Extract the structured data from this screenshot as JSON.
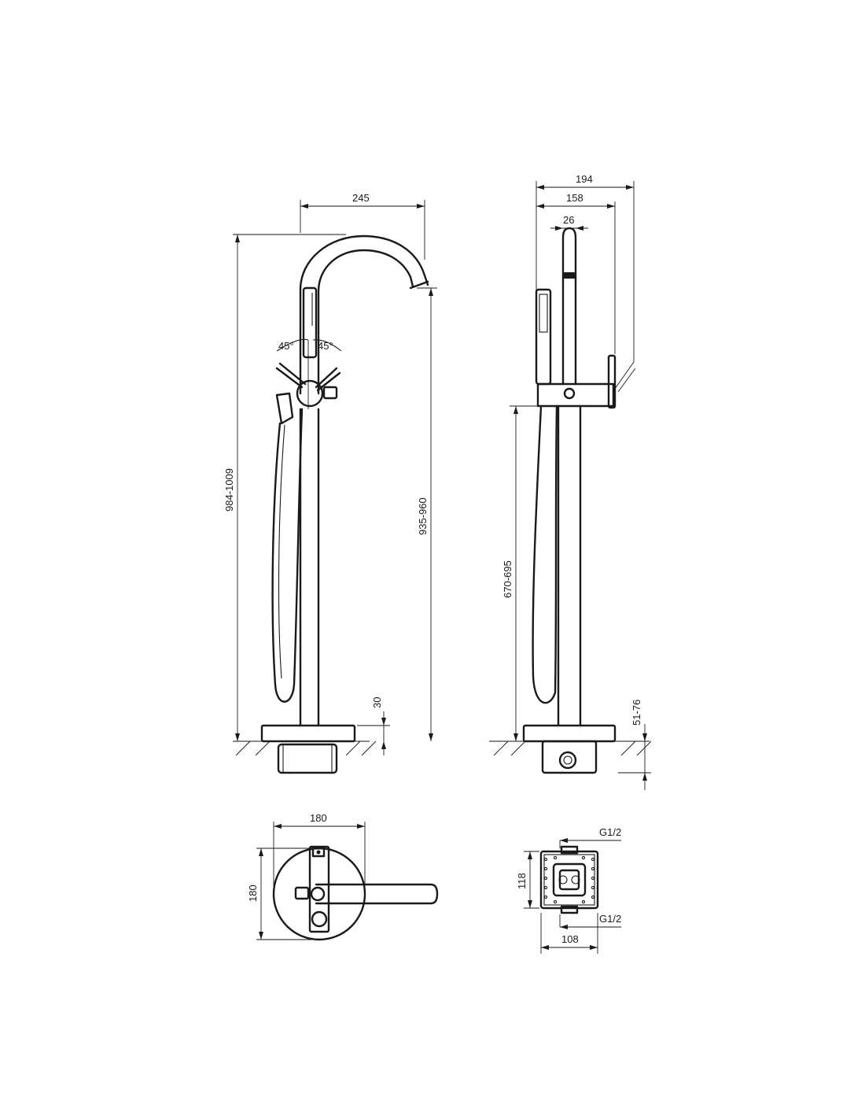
{
  "front_view": {
    "width_label": "245",
    "total_height_label": "984-1009",
    "spout_height_label": "935-960",
    "base_height_label": "30",
    "angle_left_label": "45°",
    "angle_right_label": "45°"
  },
  "side_view": {
    "overall_depth_label": "194",
    "body_depth_label": "158",
    "pipe_diameter_label": "26",
    "hose_height_label": "670-695",
    "install_depth_label": "51-76"
  },
  "top_view": {
    "width_label": "180",
    "height_label": "180"
  },
  "box_view": {
    "height_label": "118",
    "width_label": "108",
    "thread_top_label": "G1/2",
    "thread_bottom_label": "G1/2"
  },
  "colors": {
    "line": "#1a1a1a",
    "background": "#ffffff"
  }
}
